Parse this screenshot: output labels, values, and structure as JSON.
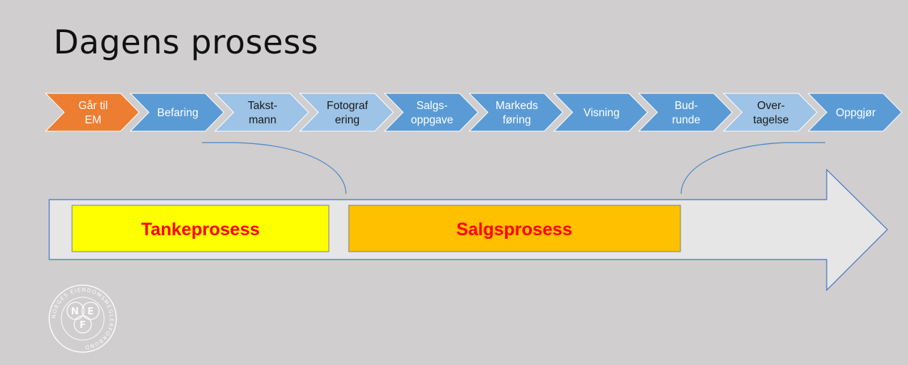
{
  "title": "Dagens prosess",
  "steps": [
    {
      "lines": [
        "Går til",
        "EM"
      ],
      "fill": "#ed7d31",
      "dark_text": false
    },
    {
      "lines": [
        "Befaring"
      ],
      "fill": "#5b9bd5",
      "dark_text": false
    },
    {
      "lines": [
        "Takst-",
        "mann"
      ],
      "fill": "#9dc3e6",
      "dark_text": true
    },
    {
      "lines": [
        "Fotograf",
        "ering"
      ],
      "fill": "#9dc3e6",
      "dark_text": true
    },
    {
      "lines": [
        "Salgs-",
        "oppgave"
      ],
      "fill": "#5b9bd5",
      "dark_text": false
    },
    {
      "lines": [
        "Markeds",
        "føring"
      ],
      "fill": "#5b9bd5",
      "dark_text": false
    },
    {
      "lines": [
        "Visning"
      ],
      "fill": "#5b9bd5",
      "dark_text": false
    },
    {
      "lines": [
        "Bud-",
        "runde"
      ],
      "fill": "#5b9bd5",
      "dark_text": false
    },
    {
      "lines": [
        "Over-",
        "tagelse"
      ],
      "fill": "#9dc3e6",
      "dark_text": true
    },
    {
      "lines": [
        "Oppgjør"
      ],
      "fill": "#5b9bd5",
      "dark_text": false
    }
  ],
  "phases": [
    {
      "label": "Tankeprosess",
      "fill": "#ffff00"
    },
    {
      "label": "Salgsprosess",
      "fill": "#ffc000"
    }
  ],
  "logo": {
    "letters": [
      "N",
      "E",
      "F"
    ],
    "ring_text": "NORGES EIENDOMSMEGLERFORBUND"
  },
  "colors": {
    "background": "#d0cece",
    "big_arrow": "#e7e6e6",
    "big_arrow_stroke": "#4472c4",
    "phase_text": "#ff0000",
    "connector": "#4a86c8"
  }
}
